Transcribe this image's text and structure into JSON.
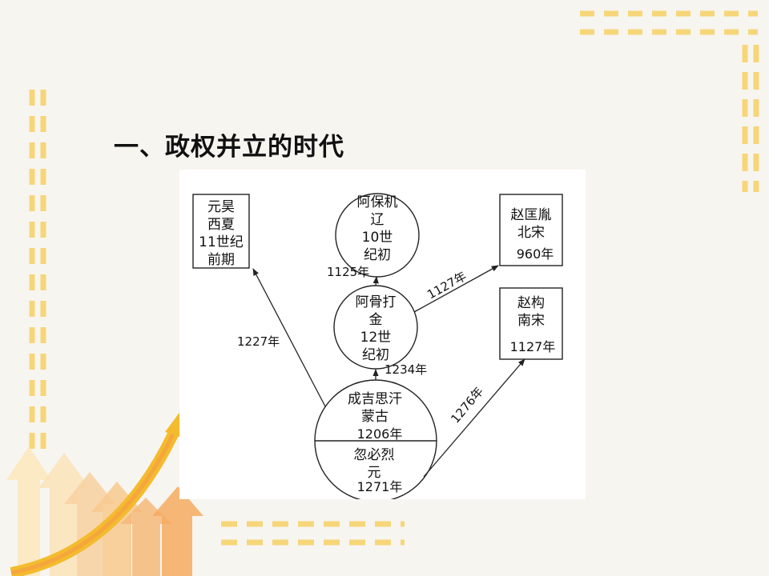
{
  "slide": {
    "title": "一、政权并立的时代"
  },
  "diagram": {
    "nodes": {
      "xixia": {
        "lines": [
          "元昊",
          "西夏",
          "11世纪",
          "前期"
        ]
      },
      "liao": {
        "lines": [
          "阿保机",
          "辽",
          "10世",
          "纪初"
        ]
      },
      "beisong": {
        "lines": [
          "赵匡胤",
          "北宋",
          "960年"
        ]
      },
      "jin": {
        "lines": [
          "阿骨打",
          "金",
          "12世",
          "纪初"
        ]
      },
      "nansong": {
        "lines": [
          "赵构",
          "南宋",
          "1127年"
        ]
      },
      "menggu": {
        "lines": [
          "成吉思汗",
          "蒙古",
          "1206年"
        ]
      },
      "yuan": {
        "lines": [
          "忽必烈",
          "元",
          "1271年"
        ]
      }
    },
    "arrows": {
      "jin_to_liao": "1125年",
      "jin_to_beisong": "1127年",
      "menggu_to_xixia": "1227年",
      "menggu_to_jin": "1234年",
      "yuan_to_nansong": "1276年"
    }
  },
  "colors": {
    "frame_dash": "#f6d679",
    "arrow_light": "#fbe7b8",
    "arrow_mid": "#f8c98d",
    "arrow_orange": "#f5a63c",
    "arrow_gold": "#f4bb2e",
    "diagram_stroke": "#222222"
  }
}
